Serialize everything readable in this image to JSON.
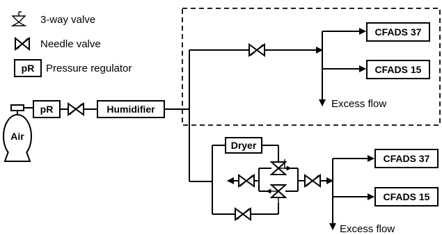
{
  "legend": {
    "three_way_valve": "3-way valve",
    "needle_valve": "Needle valve",
    "pressure_regulator_symbol": "pR",
    "pressure_regulator": "Pressure regulator"
  },
  "source": {
    "air": "Air",
    "regulator": "pR",
    "humidifier": "Humidifier"
  },
  "upper_branch": {
    "outlet_1": "CFADS 37",
    "outlet_2": "CFADS 15",
    "excess": "Excess flow"
  },
  "lower_branch": {
    "dryer": "Dryer",
    "outlet_1": "CFADS 37",
    "outlet_2": "CFADS 15",
    "excess": "Excess flow"
  },
  "icons": [
    "three-way-valve-icon",
    "needle-valve-icon",
    "air-cylinder-icon",
    "flow-arrow-icon"
  ]
}
